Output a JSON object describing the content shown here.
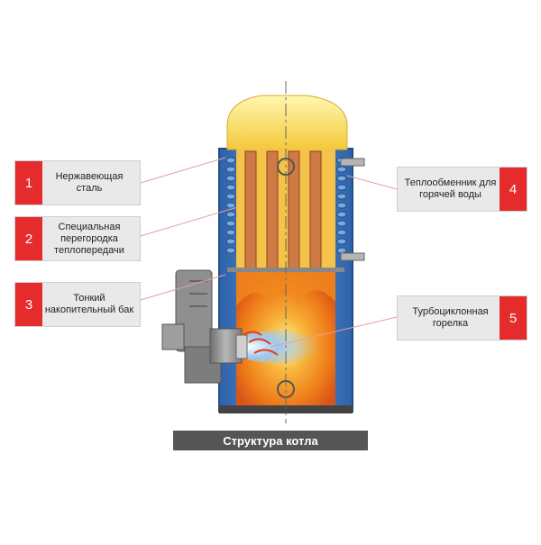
{
  "callouts": [
    {
      "num": "1",
      "text": "Нержавеющая сталь"
    },
    {
      "num": "2",
      "text": "Специальная перегородка теплопередачи"
    },
    {
      "num": "3",
      "text": "Тонкий накопительный бак"
    },
    {
      "num": "4",
      "text": "Теплообменник для горячей воды"
    },
    {
      "num": "5",
      "text": "Турбоциклонная горелка"
    }
  ],
  "caption": "Структура котла",
  "colors": {
    "badge_red": "#e52b2b",
    "callout_bg": "#e9e9e9",
    "caption_bg": "#555555",
    "shell_blue": "#3f79c0",
    "flame_orange": "#f08a1c",
    "flame_yellow": "#f7e04a",
    "pipe_copper": "#c0683a",
    "burner_gray": "#8a8a8a"
  }
}
